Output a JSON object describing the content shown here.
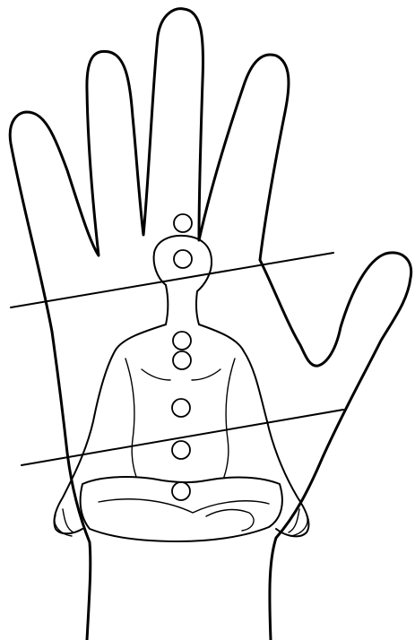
{
  "diagram": {
    "subject": "hand-outline-with-meditating-figure",
    "colors": {
      "ink": "#000000",
      "background": "#ffffff"
    },
    "chakra_count": 7,
    "division_line_count": 2
  }
}
